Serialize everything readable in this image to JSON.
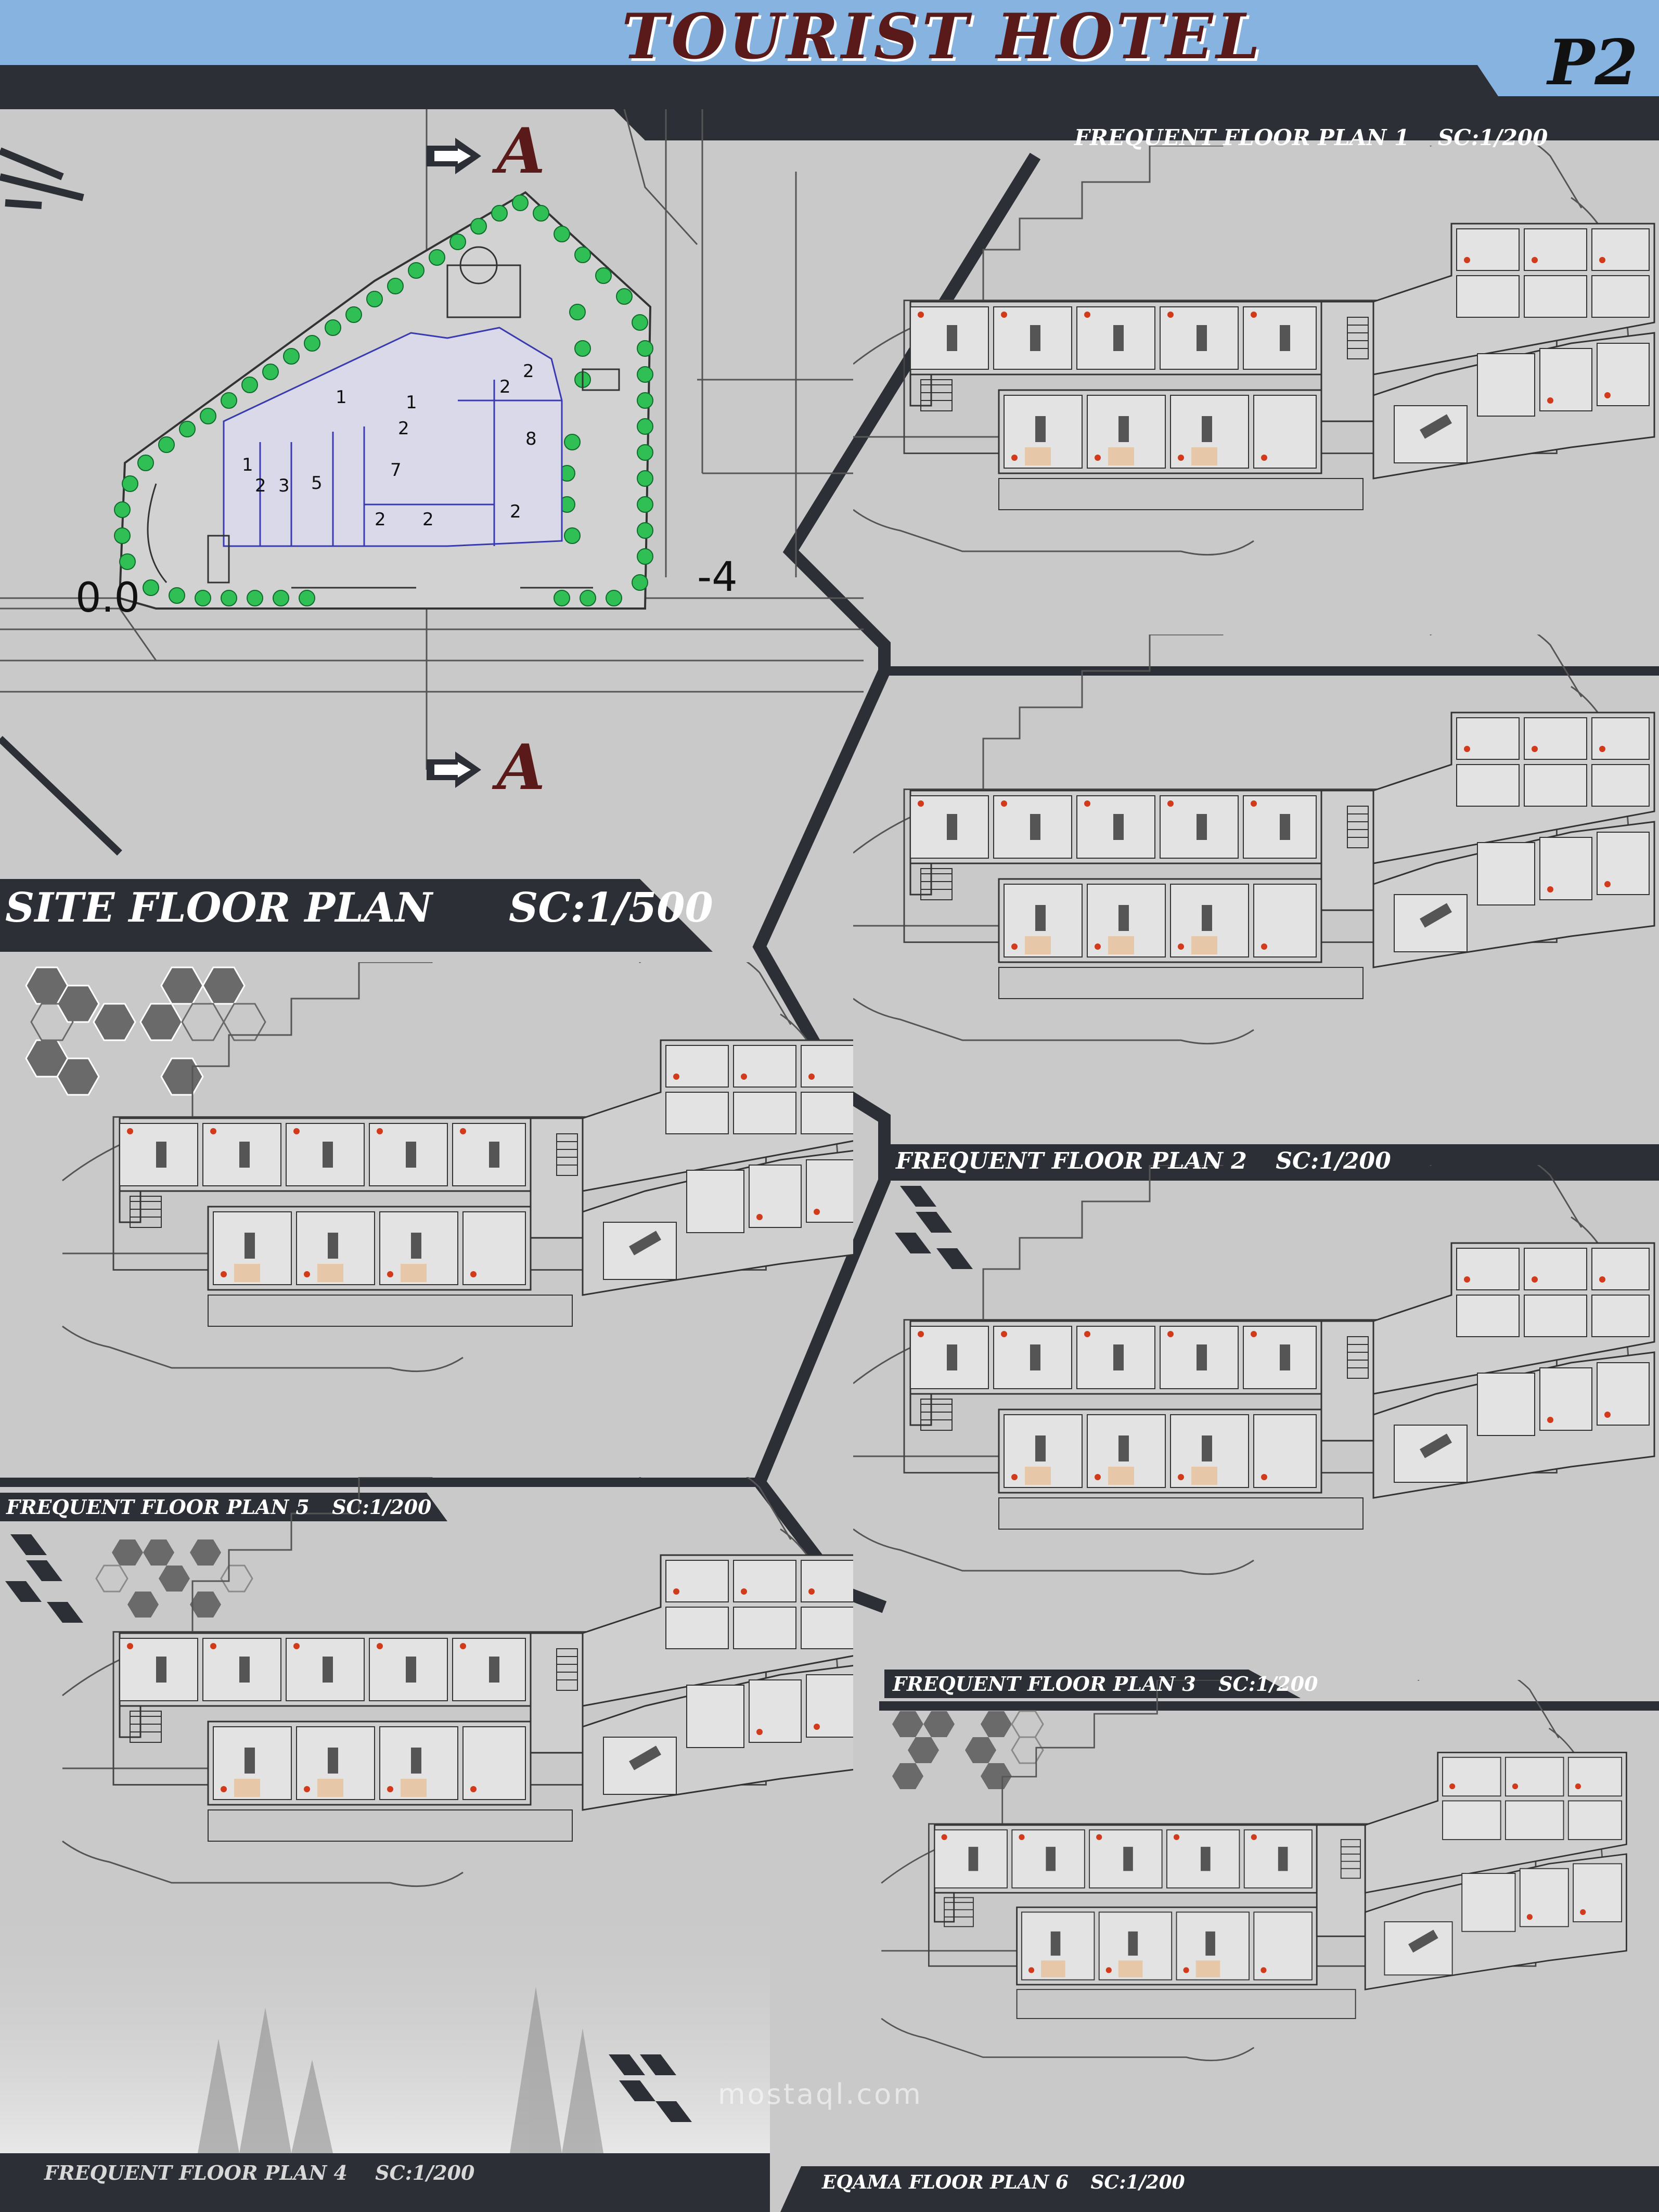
{
  "header": {
    "title": "TOURIST HOTEL",
    "page_number": "P2"
  },
  "site_plan": {
    "caption_name": "SITE FLOOR PLAN",
    "caption_scale": "SC:1/500",
    "section_marker_top": "A",
    "section_marker_bottom": "A",
    "level_left": "0.0",
    "level_right": "-4",
    "zone_numbers": [
      "1",
      "1",
      "2",
      "2",
      "2",
      "1",
      "2",
      "3",
      "5",
      "7",
      "8",
      "2",
      "2",
      "2"
    ]
  },
  "plans": {
    "plan1": {
      "name": "FREQUENT FLOOR PLAN 1",
      "scale": "SC:1/200"
    },
    "plan2": {
      "name": "FREQUENT FLOOR PLAN 2",
      "scale": "SC:1/200"
    },
    "plan3": {
      "name": "FREQUENT FLOOR PLAN 3",
      "scale": "SC:1/200"
    },
    "plan4": {
      "name": "FREQUENT FLOOR PLAN 4",
      "scale": "SC:1/200"
    },
    "plan5": {
      "name": "FREQUENT FLOOR PLAN 5",
      "scale": "SC:1/200"
    },
    "plan6": {
      "name": "EQAMA FLOOR PLAN 6",
      "scale": "SC:1/200"
    }
  },
  "watermark": "mostaql.com",
  "colors": {
    "sky": "#86b3e0",
    "panel_gray": "#c9c9c9",
    "dark_band": "#2c2f36",
    "title_red": "#5a1a1a",
    "tree_green": "#2fbf55",
    "room_red": "#d23a1c"
  }
}
